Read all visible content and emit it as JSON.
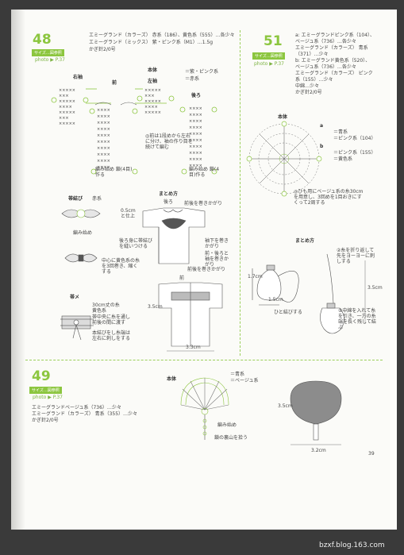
{
  "p48": {
    "num": "48",
    "size_tag": "サイズ…図参照",
    "photo": "photo ▶ P.37",
    "mat1": "エミーグランド（カラーズ） 赤系（186）、黄色系（555）…各少々",
    "mat2": "エミーグランド（ミックス） 紫・ピンク系（M1）…1.5g",
    "hook": "かぎ針2/0号",
    "migisode": "右袖",
    "hidarisode": "左袖",
    "mae": "前",
    "hontai": "本体",
    "ushiro": "後ろ",
    "legend1": "＝紫・ピンク系",
    "legend2": "＝赤系",
    "note1": "◎前は1段めから左右に分け、袖の作り目を続けて編む",
    "note2": "編み始め 鎖(4目)作る",
    "note3": "編み始め 鎖(4目)作る",
    "obijime": "帯結び",
    "obijime_c": "赤系",
    "ami_hajime": "編み始め",
    "center_note": "中心に黄色系の糸を3回巻き、縮くする",
    "obiage": "帯メ",
    "obiage_c1": "30cm丈の糸",
    "obiage_c2": "黄色系",
    "obiage_n1": "帯中央に糸を通し前後の間に渡す",
    "obiage_n2": "本結びをし糸端は左右に刺しをする",
    "matome": "まとめ方",
    "m_ushiro": "後ろ",
    "m_n1": "前後を巻きかがり",
    "m_n2": "0.5cmと仕上",
    "m_n3": "後ろ身に帯結びを縫いつける",
    "m_n4": "袖下を巻きかがり",
    "m_n5": "前・後ろと袖を巻きかがり",
    "m_mae": "前",
    "m_n6": "前後を巻きかがり",
    "dim1": "3.5cm",
    "dim2": "3.3cm"
  },
  "p51": {
    "num": "51",
    "size_tag": "サイズ…図参照",
    "photo": "photo ▶ P.37",
    "m1": "a: エミーグランドピンク系（104）、",
    "m1b": "ベージュ系（736）…各少々",
    "m2": "エミーグランド（カラーズ） 青系",
    "m2b": "（371）…少々",
    "m3": "b: エミーグランド黄色系（520）、",
    "m3b": "ベージュ系（736）…各少々",
    "m4": "エミーグランド（カラーズ） ピンク",
    "m4b": "系（155）…少々",
    "m5": "中綿…少々",
    "m6": "かぎ針2/0号",
    "hontai": "本体",
    "lg_a": "a",
    "lg_a1": "＝青系",
    "lg_a2": "＝ピンク系（104）",
    "lg_b": "b",
    "lg_b1": "＝ピンク系（155）",
    "lg_b2": "＝黄色系",
    "note": "◎ひも用にベージュ系の糸30cmを用意し、3回めを1目おきにすくって2周する",
    "matome": "まとめ方",
    "mt1": "②糸を折り返して先をヨーヨーに刺しする",
    "d1": "1.7cm",
    "d2": "1.5cm",
    "d3": "3.5cm",
    "hito": "ひと結びする",
    "mt2": "①中綿を入れて糸を引き、一方の糸端を長く残して結ぶ"
  },
  "p49": {
    "num": "49",
    "size_tag": "サイズ…図参照",
    "photo": "photo ▶ P.37",
    "m1": "エミーグランドベージュ系（736）…少々",
    "m2": "エミーグランド（カラーズ） 青系（355）…少々",
    "m3": "かぎ針2/0号",
    "hontai": "本体",
    "lg1": "＝青系",
    "lg2": "＝ベージュ系",
    "n1": "編み始め",
    "n2": "鎖の裏山を拾う",
    "d1": "3.5cm",
    "d2": "3.2cm"
  },
  "page_no": "39",
  "watermark": "bzxf.blog.163.com"
}
